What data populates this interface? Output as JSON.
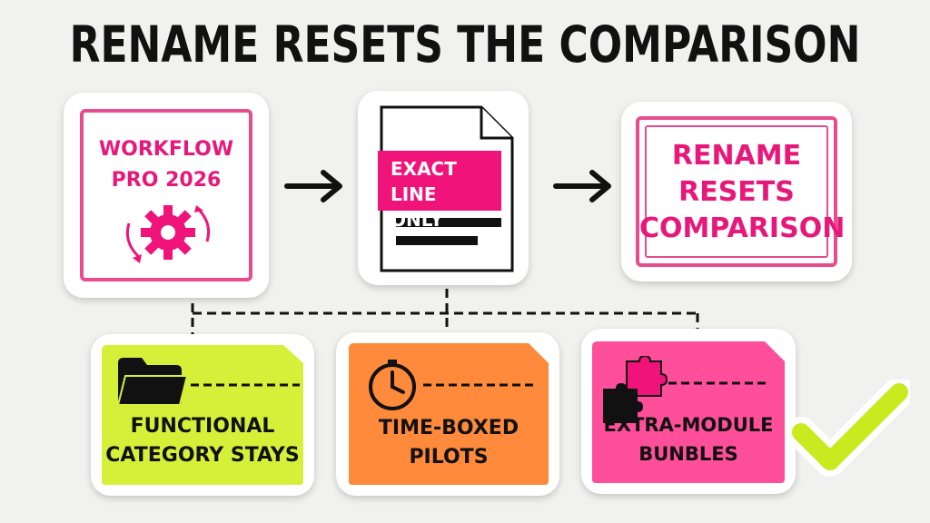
{
  "title": "RENAME RESETS THE COMPARISON",
  "nodes": {
    "product": {
      "line1": "WORKFLOW",
      "line2": "PRO 2026",
      "icon": "gear-cycle-icon"
    },
    "document": {
      "label_line1": "EXACT LINE",
      "label_line2": "ONLY",
      "icon": "document-icon"
    },
    "result": {
      "line1": "RENAME",
      "line2": "RESETS",
      "line3": "COMPARISON"
    }
  },
  "categories": [
    {
      "line1": "FUNCTIONAL",
      "line2": "CATEGORY STAYS",
      "icon": "folder-icon",
      "color": "#d6f03a"
    },
    {
      "line1": "TIME-BOXED",
      "line2": "PILOTS",
      "icon": "clock-icon",
      "color": "#ff8a3c"
    },
    {
      "line1": "EXTRA-MODULE",
      "line2": "BUNBLES",
      "icon": "puzzle-icon",
      "color": "#ff4f9a"
    }
  ],
  "colors": {
    "accent": "#e8187a",
    "check": "#c8ea1e"
  },
  "status_icon": "check-icon"
}
